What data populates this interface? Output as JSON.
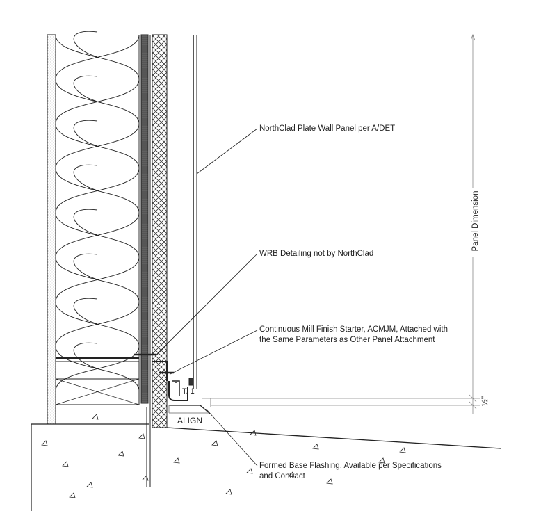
{
  "annotations": {
    "panel": "NorthClad Plate Wall Panel per A/DET",
    "wrb": "WRB Detailing not by NorthClad",
    "starter_line1": "Continuous Mill Finish Starter, ACMJM, Attached with",
    "starter_line2": "the Same Parameters as Other Panel Attachment",
    "flashing_line1": "Formed Base Flashing, Available per Specifications",
    "flashing_line2": "and Contract",
    "align": "ALIGN"
  },
  "dimensions": {
    "panel_dimension": "Panel Dimension",
    "gap": "½\""
  },
  "colors": {
    "line": "#222222",
    "light_line": "#888888"
  }
}
